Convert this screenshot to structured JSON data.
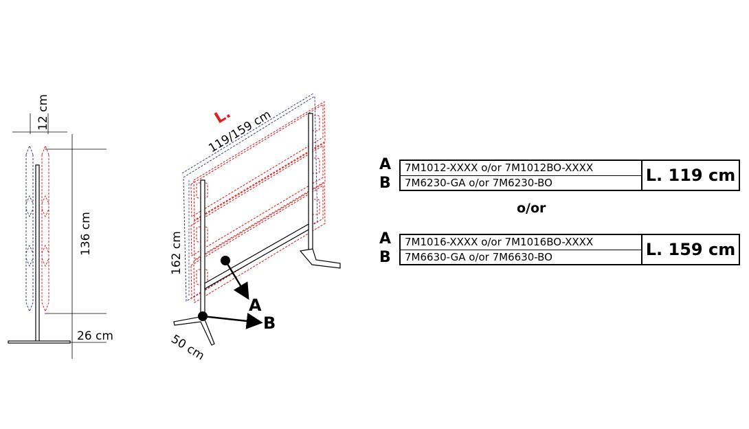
{
  "side_view": {
    "top_dim": "12 cm",
    "height_dim": "136 cm",
    "foot_dim": "26 cm"
  },
  "perspective_view": {
    "length_tag": "L.",
    "length_dim": "119/159 cm",
    "height_dim": "162 cm",
    "base_dim": "50 cm",
    "arrow_a": "A",
    "arrow_b": "B"
  },
  "options": [
    {
      "letter_a": "A",
      "letter_b": "B",
      "code_a": "7M1012-XXXX o/or 7M1012BO-XXXX",
      "code_b": "7M6230-GA o/or 7M6230-BO",
      "length": "L. 119 cm"
    },
    {
      "letter_a": "A",
      "letter_b": "B",
      "code_a": "7M1016-XXXX o/or 7M1016BO-XXXX",
      "code_b": "7M6630-GA o/or 7M6630-BO",
      "length": "L. 159 cm"
    }
  ],
  "separator": "o/or",
  "colors": {
    "blue_dashed": "#3a3a8c",
    "red_dashed": "#e02020",
    "line": "#000000"
  }
}
